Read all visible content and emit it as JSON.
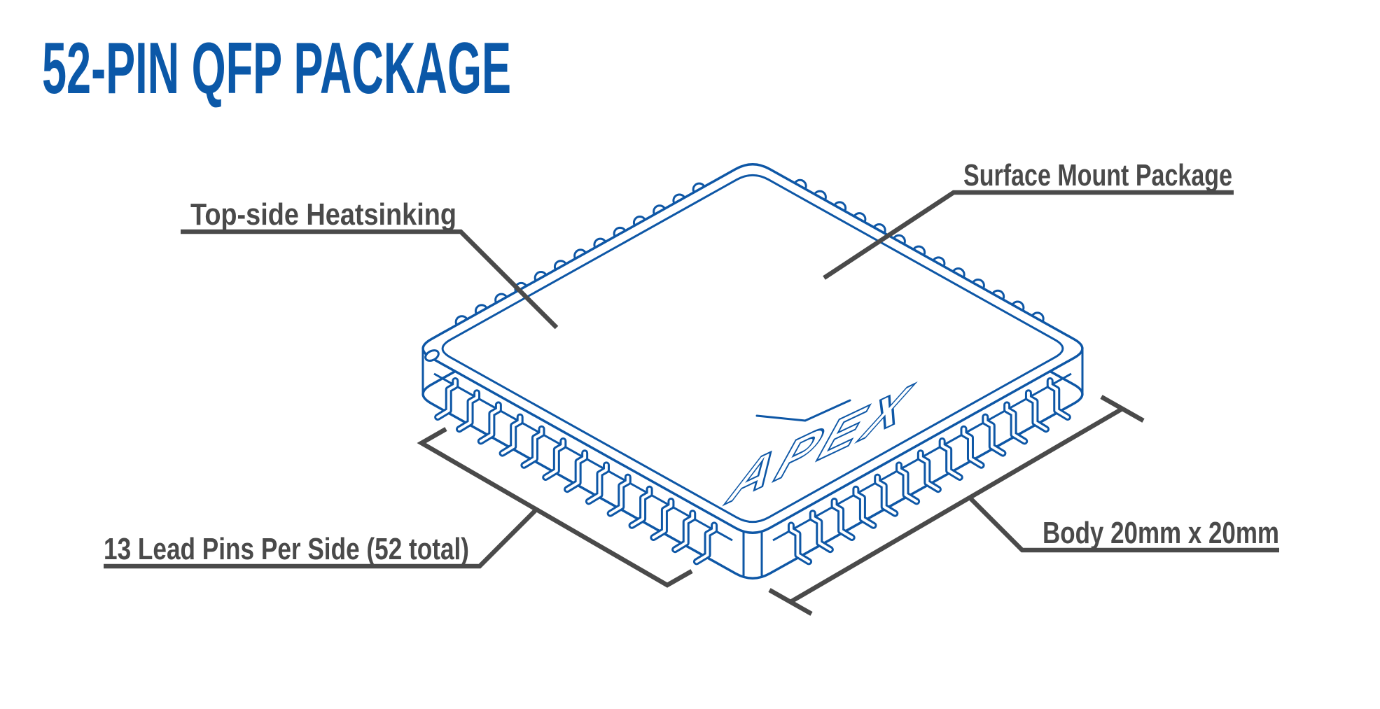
{
  "title": {
    "text": "52-PIN QFP PACKAGE"
  },
  "colors": {
    "line_blue": "#0E57A6",
    "title_blue": "#0B58A8",
    "label_gray": "#4A4A4A",
    "background": "#FFFFFF"
  },
  "chip": {
    "logo": "APEX",
    "pins_per_side": 13,
    "pins_total": 52,
    "visible_pin_rows": 2,
    "bump_rows": 2
  },
  "callouts": {
    "heatsink": {
      "label": "Top-side Heatsinking"
    },
    "surface_mount": {
      "label": "Surface Mount Package"
    },
    "lead_pins": {
      "label": "13 Lead Pins Per Side (52 total)"
    },
    "body_size": {
      "label": "Body 20mm x 20mm"
    }
  }
}
